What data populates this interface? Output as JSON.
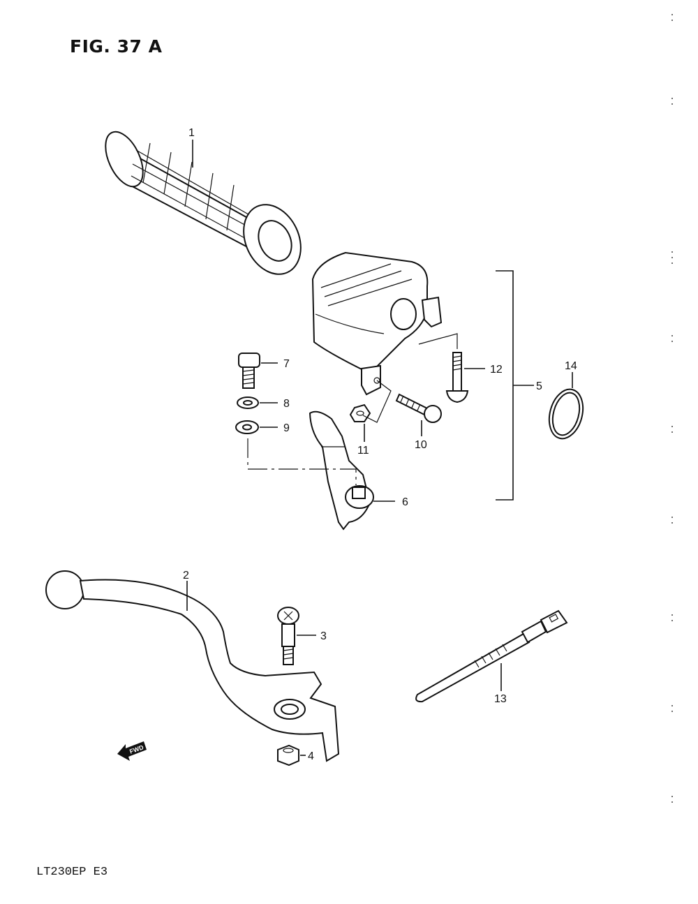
{
  "figure": {
    "title": "FIG. 37 A",
    "model_code": "LT230EP  E3",
    "direction_marker": "FWD"
  },
  "callouts": [
    "1",
    "2",
    "3",
    "4",
    "5",
    "6",
    "7",
    "8",
    "9",
    "10",
    "11",
    "12",
    "13",
    "14"
  ]
}
